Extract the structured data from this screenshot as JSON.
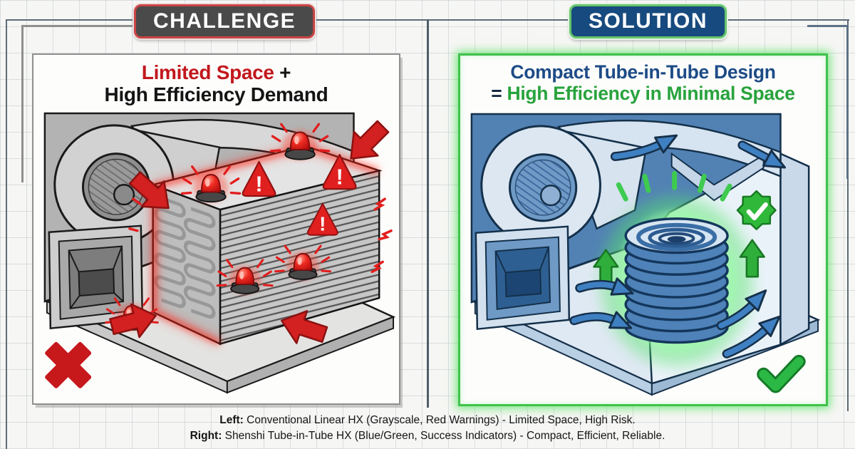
{
  "badges": {
    "challenge": "CHALLENGE",
    "solution": "SOLUTION"
  },
  "left_panel": {
    "title_highlight": "Limited Space",
    "title_suffix": " +",
    "title_line2": "High Efficiency Demand"
  },
  "right_panel": {
    "title_line1": "Compact Tube-in-Tube Design",
    "title_equals": "= ",
    "title_line2": "High Efficiency in Minimal Space"
  },
  "caption": {
    "left_label": "Left:",
    "left_text": " Conventional Linear HX (Grayscale, Red Warnings) - Limited Space, High Risk.",
    "right_label": "Right:",
    "right_text": " Shenshi Tube-in-Tube HX (Blue/Green, Success Indicators) - Compact, Efficient, Reliable."
  },
  "icons": {
    "warning_exclamation": "!"
  },
  "colors": {
    "challenge_badge_bg": "#4a4a4a",
    "challenge_badge_border": "#c94444",
    "solution_badge_bg": "#174a7e",
    "solution_badge_border": "#66c46a",
    "warning_red": "#d32020",
    "success_green": "#2cb845",
    "title_red": "#c2171d",
    "title_navy": "#1d4b86",
    "title_green": "#28a33c",
    "panel_border_left": "#909090",
    "panel_border_right": "#3fc24b"
  }
}
